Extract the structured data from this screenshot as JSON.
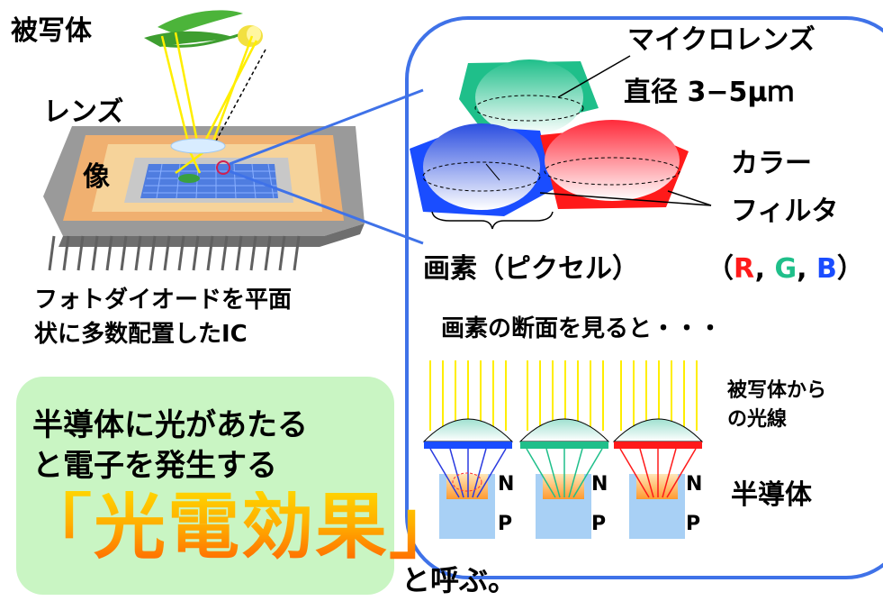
{
  "labels": {
    "subject": "被写体",
    "lens": "レンズ",
    "image": "像",
    "micro_lens": "マイクロレンズ",
    "diameter_prefix": "直径 3−5",
    "diameter_unit": "μｍ",
    "color_filter_line1": "カラー",
    "color_filter_line2": "フィルタ",
    "rgb_open": "（",
    "rgb_r": "R",
    "rgb_sep1": ", ",
    "rgb_g": "G",
    "rgb_sep2": ", ",
    "rgb_b": "B",
    "rgb_close": "）",
    "pixel": "画素（ピクセル）",
    "ic_line1": "フォトダイオードを平面",
    "ic_line2": "状に多数配置したIC",
    "cross_section": "画素の断面を見ると・・・",
    "ray_line1": "被写体から",
    "ray_line2": "の光線",
    "semiconductor": "半導体",
    "n_label": "N",
    "p_label": "P",
    "effect_line1": "半導体に光があたる",
    "effect_line2": "と電子を発生する",
    "effect_quote": "「光電効果」",
    "called": "と呼ぶ。"
  },
  "colors": {
    "red": "#ff1a1a",
    "green": "#1fbf8a",
    "blue": "#1a4dff",
    "callout": "#3f72e8",
    "ray_yellow": "#ffee00",
    "highlight_green": "#c9f5c3"
  }
}
